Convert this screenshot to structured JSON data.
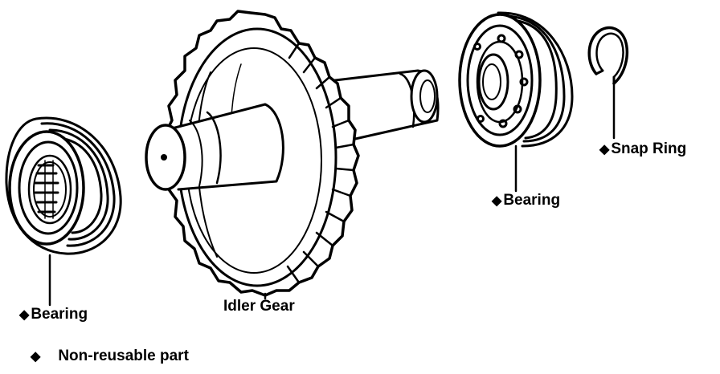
{
  "labels": {
    "bearing_left": "Bearing",
    "idler_gear": "Idler Gear",
    "bearing_right": "Bearing",
    "snap_ring": "Snap Ring"
  },
  "legend": {
    "symbol": "◆",
    "text": "Non-reusable part"
  },
  "colors": {
    "ink": "#000000",
    "paper": "#ffffff"
  }
}
